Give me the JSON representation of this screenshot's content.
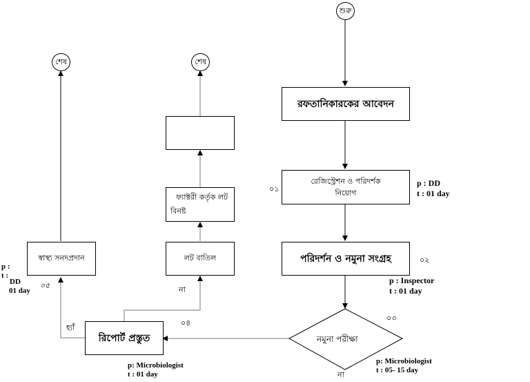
{
  "diagram": {
    "type": "flowchart",
    "start": {
      "label": "শুরু"
    },
    "ends": [
      {
        "label": "শেষ"
      },
      {
        "label": "শেষ"
      }
    ],
    "steps": [
      {
        "id": "application",
        "label": "রফতানিকারকের আবেদন"
      },
      {
        "id": "registration",
        "label_line1": "রেজিস্ট্রেশন ও পরিদর্শক",
        "label_line2": "নিয়োগ",
        "step_no": "০১",
        "person": "p : DD",
        "time": "t : 01 day"
      },
      {
        "id": "inspection",
        "label": "পরিদর্শন ও নমুনা সংগ্রহ",
        "step_no": "০২",
        "person": "p :  Inspector",
        "time": "t : 01 day"
      },
      {
        "id": "testing",
        "label": "নমুনা পরীক্ষা",
        "step_no": "০৩",
        "person": "p:  Microbiologist",
        "time": "t : 05- 15 day"
      },
      {
        "id": "report",
        "label": "রিপোর্ট  প্রস্তুত",
        "step_no": "০৪",
        "person": "p:  Microbiologist",
        "time": "t : 01 day"
      },
      {
        "id": "certificate",
        "label": "স্বাস্থ্য সনদপ্রদান",
        "step_no": "০৫",
        "person_label": "p :",
        "time_label": "t :",
        "person": "DD",
        "time": "01 day"
      },
      {
        "id": "lot-cancel",
        "label": "লট বাতিল"
      },
      {
        "id": "lot-destroy",
        "label_line1": "ফ্যাক্টরী কর্তৃক লট",
        "label_line2": "বিনষ্ট"
      },
      {
        "id": "blank",
        "label": ""
      }
    ],
    "edge_labels": {
      "yes": "হ্যাঁ",
      "no_lot": "না",
      "no_diamond": "না"
    }
  }
}
